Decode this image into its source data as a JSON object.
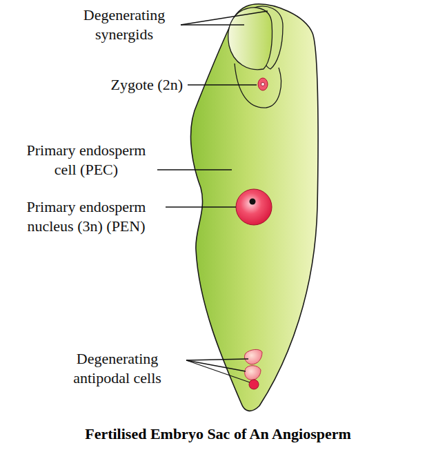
{
  "diagram": {
    "caption": "Fertilised Embryo Sac of An Angiosperm",
    "labels": [
      "Degenerating synergids",
      "Zygote (2n)",
      "Primary endosperm cell (PEC)",
      "Primary endosperm nucleus (3n) (PEN)",
      "Degenerating antipodal cells"
    ]
  }
}
